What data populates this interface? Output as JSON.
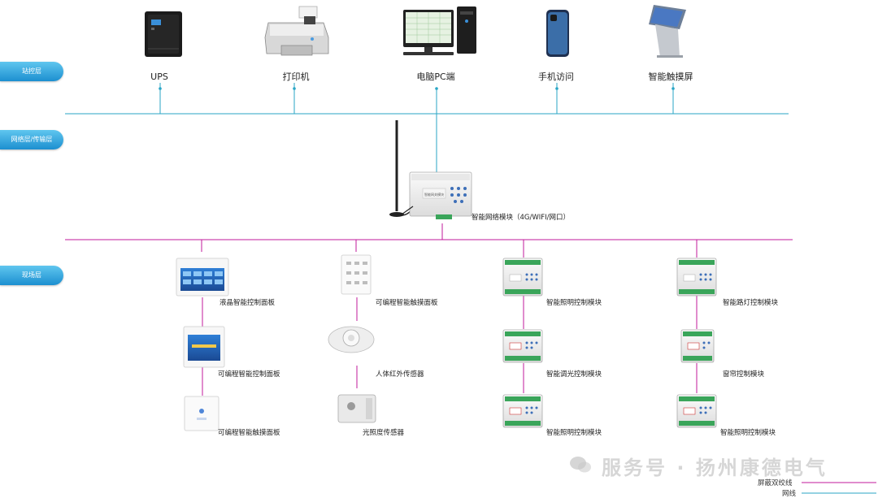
{
  "layers": {
    "station": "站控层",
    "network": "网络层/传输层",
    "field": "现场层"
  },
  "top_devices": {
    "ups": "UPS",
    "printer": "打印机",
    "pc": "电脑PC端",
    "phone": "手机访问",
    "touch_screen": "智能触摸屏"
  },
  "gateway": {
    "label": "智能网络模块（4G/WIFI/网口）",
    "panel_text": "智能网关模块"
  },
  "field_devices": {
    "col1": [
      "液晶智能控制面板",
      "可编程智能控制面板",
      "可编程智能触摸面板"
    ],
    "col2": [
      "可编程智能触摸面板",
      "人体红外传感器",
      "光照度传感器"
    ],
    "col3": [
      "智能照明控制模块",
      "智能调光控制模块",
      "智能照明控制模块"
    ],
    "col4": [
      "智能路灯控制模块",
      "窗帘控制模块",
      "智能照明控制模块"
    ]
  },
  "legend": {
    "shielded": "屏蔽双绞线",
    "ethernet": "网线",
    "shielded_color": "#c2189b",
    "ethernet_color": "#2aa6c6"
  },
  "watermark": "服务号 · 扬州康德电气"
}
